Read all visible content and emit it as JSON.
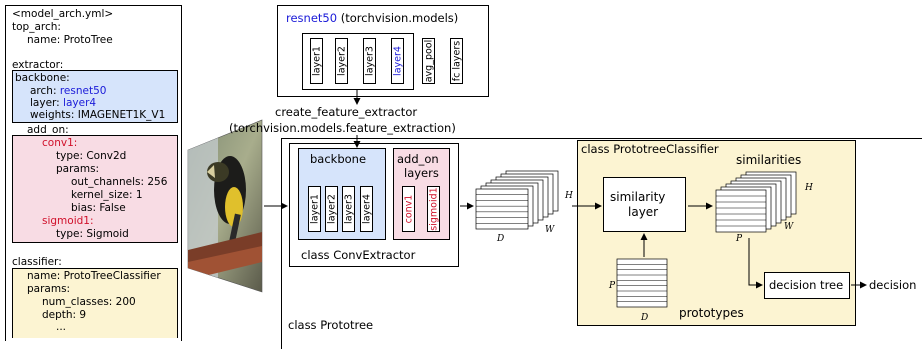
{
  "config": {
    "header": "<model_arch.yml>",
    "top_arch_key": "top_arch:",
    "top_arch_name": "name: ProtoTree",
    "extractor_key": "extractor:",
    "backbone_key": "backbone:",
    "arch_key": "arch: ",
    "arch_value": "resnet50",
    "layer_key": "layer: ",
    "layer_value": "layer4",
    "weights_line": "weights: IMAGENET1K_V1",
    "add_on_key": "add_on:",
    "conv1_key": "conv1:",
    "conv1_type": "type: Conv2d",
    "params_key": "params:",
    "out_channels": "out_channels: 256",
    "kernel_size": "kernel_size: 1",
    "bias": "bias: False",
    "sigmoid1_key": "sigmoid1:",
    "sigmoid_type": "type: Sigmoid",
    "classifier_key": "classifier:",
    "classifier_name": "name: ProtoTreeClassifier",
    "classifier_params_key": "params:",
    "num_classes": "num_classes: 200",
    "depth": "depth: 9",
    "ellipsis": "..."
  },
  "resnet": {
    "title": "resnet50",
    "subtitle": " (torchvision.models)",
    "layers": [
      "layer1",
      "layer2",
      "layer3",
      "layer4"
    ],
    "extra_layers": [
      "avg_pool",
      "fc layers"
    ]
  },
  "feature_extractor_label": {
    "line1": "create_feature_extractor",
    "line2": "(torchvision.models.feature_extraction)"
  },
  "conv_extractor": {
    "class_label": "class ConvExtractor",
    "backbone_label": "backbone",
    "backbone_layers": [
      "layer1",
      "layer2",
      "layer3",
      "layer4"
    ],
    "addon_label_line1": "add_on",
    "addon_label_line2": "layers",
    "addon_layers": [
      "conv1",
      "sigmoid1"
    ]
  },
  "feature_map": {
    "dim_h": "H",
    "dim_w": "W",
    "dim_d": "D"
  },
  "classifier": {
    "class_label": "class PrototreeClassifier",
    "similarity_line1": "similarity",
    "similarity_line2": "layer",
    "similarities_label": "similarities",
    "dim_h": "H",
    "dim_w": "W",
    "dim_p": "P",
    "prototypes_label": "prototypes",
    "proto_dim_p": "P",
    "proto_dim_d": "D",
    "decision_tree_label": "decision tree",
    "decision_output": "decision"
  },
  "prototree_label": "class Prototree",
  "colors": {
    "blue_fill": "#d6e4fb",
    "red_fill": "#f8dce4",
    "yellow_fill": "#fcf4d2",
    "accent_red": "#d0102a",
    "accent_blue": "#1a1ad8"
  }
}
